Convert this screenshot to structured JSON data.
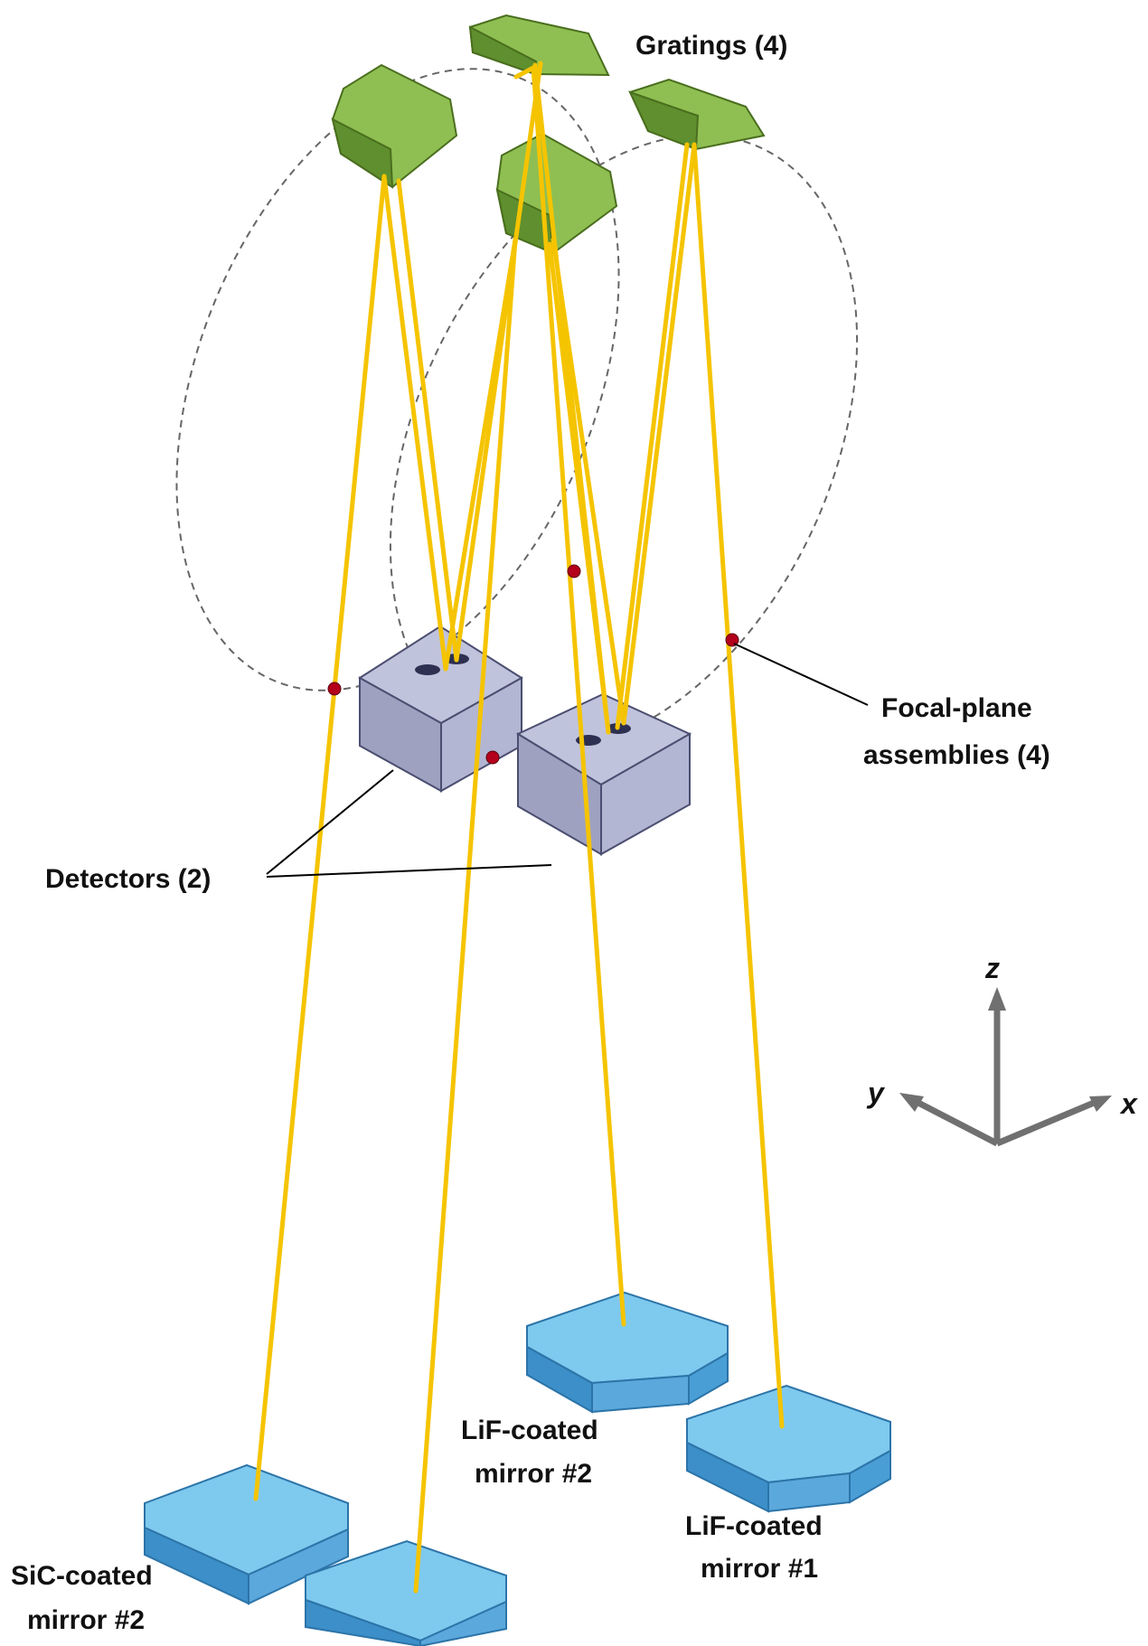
{
  "colors": {
    "light_ray": "#f5c400",
    "grating_fill": "#7db043",
    "detector_fill": "#a8acc8",
    "mirror_fill": "#7ec9ee",
    "focal_dot": "#b3001b"
  },
  "labels": {
    "gratings": "Gratings (4)",
    "focal_plane_1": "Focal-plane",
    "focal_plane_2": "assemblies (4)",
    "detectors": "Detectors (2)",
    "lif_mirror_2_line1": "LiF-coated",
    "lif_mirror_2_line2": "mirror #2",
    "lif_mirror_1_line1": "LiF-coated",
    "lif_mirror_1_line2": "mirror #1",
    "sic_mirror_2_line1": "SiC-coated",
    "sic_mirror_2_line2": "mirror #2"
  },
  "axes": {
    "z": "z",
    "y": "y",
    "x": "x"
  }
}
